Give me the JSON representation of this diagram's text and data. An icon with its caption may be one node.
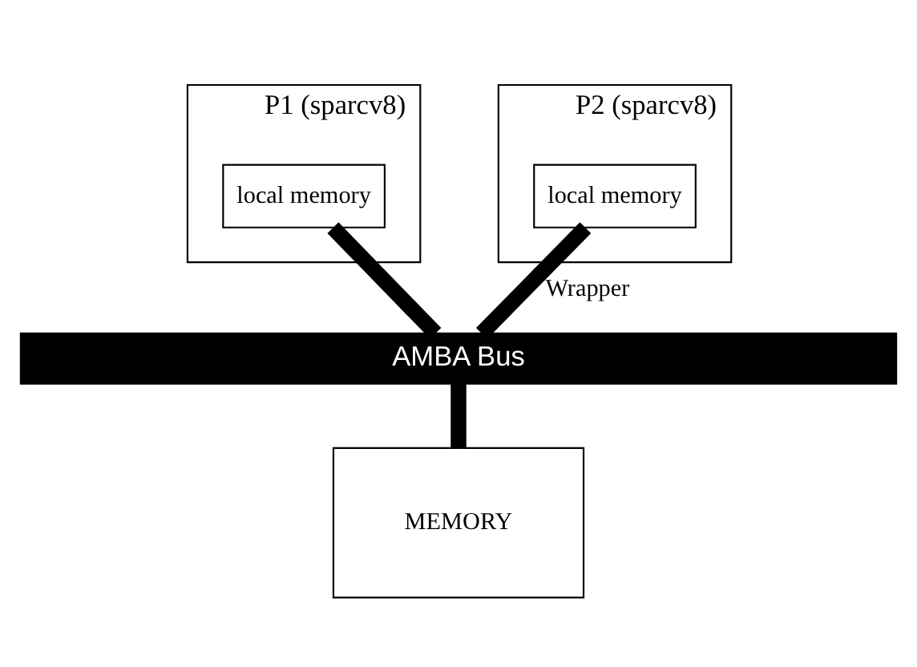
{
  "diagram": {
    "nodes": [
      {
        "text": [
          "P1 (sparcv8)"
        ]
      },
      {
        "text": [
          "local memory"
        ],
        "in": 0
      },
      {
        "text": [
          "P2 (sparcv8)"
        ]
      },
      {
        "text": [
          "local memory"
        ],
        "in": 2
      },
      {
        "text": [
          "AMBA Bus"
        ]
      },
      {
        "text": [
          "MEMORY"
        ]
      }
    ],
    "edges": [
      {
        "from": 1,
        "to": 4,
        "arrow": "none"
      },
      {
        "from": 3,
        "to": 4,
        "arrow": "none",
        "label": "Wrapper"
      },
      {
        "from": 4,
        "to": 5,
        "arrow": "none"
      }
    ]
  }
}
